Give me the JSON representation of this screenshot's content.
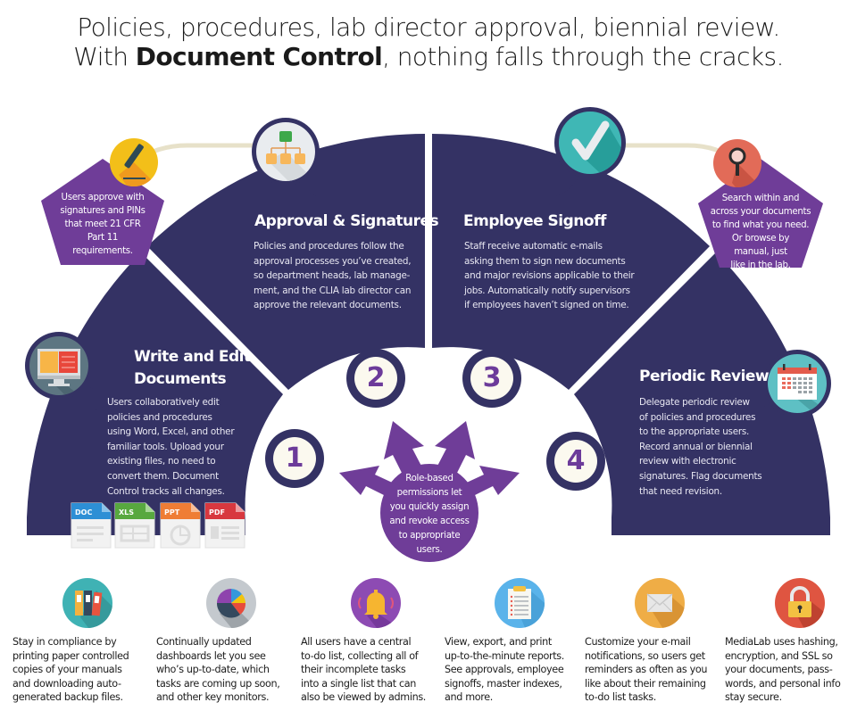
{
  "headline": {
    "line1": "Policies, procedures, lab director approval, biennial review.",
    "line2_prefix": "With ",
    "line2_bold": "Document Control",
    "line2_suffix": ", nothing falls through the cracks."
  },
  "colors": {
    "navy": "#343264",
    "purple": "#6f3d98",
    "number_purple": "#6c3b9a",
    "connector": "#e7e1c9",
    "ring_fill": "#fbf9ef"
  },
  "steps": [
    {
      "number": "1",
      "title_line1": "Write and Edit",
      "title_line2": "Documents",
      "icon": "monitor-icon",
      "text": [
        "Users collaboratively edit",
        "policies and procedures",
        "using Word, Excel, and other",
        "familiar tools. Upload your",
        "existing files, no need to",
        "convert them. Document",
        "Control tracks all changes."
      ]
    },
    {
      "number": "2",
      "title": "Approval & Signatures",
      "icon": "org-chart-icon",
      "text": [
        "Policies and procedures follow the",
        "approval processes you’ve created,",
        "so department heads, lab manage-",
        "ment, and the CLIA lab director can",
        "approve the relevant documents."
      ]
    },
    {
      "number": "3",
      "title": "Employee Signoff",
      "icon": "checkmark-icon",
      "text": [
        "Staff receive automatic e-mails",
        "asking them to sign new documents",
        "and major revisions applicable to their",
        "jobs. Automatically notify supervisors",
        "if employees haven’t signed on time."
      ]
    },
    {
      "number": "4",
      "title": "Periodic Review",
      "icon": "calendar-icon",
      "text": [
        "Delegate periodic review",
        "of policies and procedures",
        "to the appropriate users.",
        "Record annual or biennial",
        "review with electronic",
        "signatures. Flag documents",
        "that need revision."
      ]
    }
  ],
  "callouts": {
    "signature": {
      "icon": "pen-icon",
      "text": [
        "Users approve with",
        "signatures and PINs",
        "that meet 21 CFR",
        "Part 11",
        "requirements."
      ]
    },
    "search": {
      "icon": "magnifier-icon",
      "text": [
        "Search within and",
        "across your documents",
        "to find what you need.",
        "Or browse by",
        "manual, just",
        "like in the lab."
      ]
    },
    "roles": {
      "icon": "arrows-icon",
      "text": [
        "Role-based",
        "permissions let",
        "you quickly assign",
        "and revoke access",
        "to appropriate",
        "users."
      ]
    }
  },
  "file_types": [
    {
      "label": "DOC",
      "color": "#2d8fd5",
      "icon": "doc-file-icon"
    },
    {
      "label": "XLS",
      "color": "#58a83f",
      "icon": "xls-file-icon"
    },
    {
      "label": "PPT",
      "color": "#ef7d35",
      "icon": "ppt-file-icon"
    },
    {
      "label": "PDF",
      "color": "#d8383f",
      "icon": "pdf-file-icon"
    }
  ],
  "features": [
    {
      "icon": "binders-icon",
      "bg": "#3fb2b4",
      "text": [
        "Stay in compliance by",
        "printing paper controlled",
        "copies of your manuals",
        "and downloading auto-",
        "generated backup files."
      ]
    },
    {
      "icon": "pie-chart-icon",
      "bg": "#c4c9ce",
      "text": [
        "Continually updated",
        "dashboards let you see",
        "who’s up-to-date, which",
        "tasks are coming up soon,",
        "and other key monitors."
      ]
    },
    {
      "icon": "bell-icon",
      "bg": "#8d4bb3",
      "text": [
        "All users have a central",
        "to-do list, collecting all of",
        "their incomplete tasks",
        "into a single list that can",
        "also be viewed by admins."
      ]
    },
    {
      "icon": "clipboard-icon",
      "bg": "#5ab3ea",
      "text": [
        "View, export, and print",
        "up-to-the-minute reports.",
        "See approvals, employee",
        "signoffs, master indexes,",
        "and more."
      ]
    },
    {
      "icon": "envelope-icon",
      "bg": "#efad46",
      "text": [
        "Customize your e-mail",
        "notifications, so users get",
        "reminders as often as you",
        "like about their remaining",
        "to-do list tasks."
      ]
    },
    {
      "icon": "padlock-icon",
      "bg": "#df5541",
      "text": [
        "MediaLab uses hashing,",
        "encryption, and SSL so",
        "your documents, pass-",
        "words, and personal info",
        "stay secure."
      ]
    }
  ]
}
